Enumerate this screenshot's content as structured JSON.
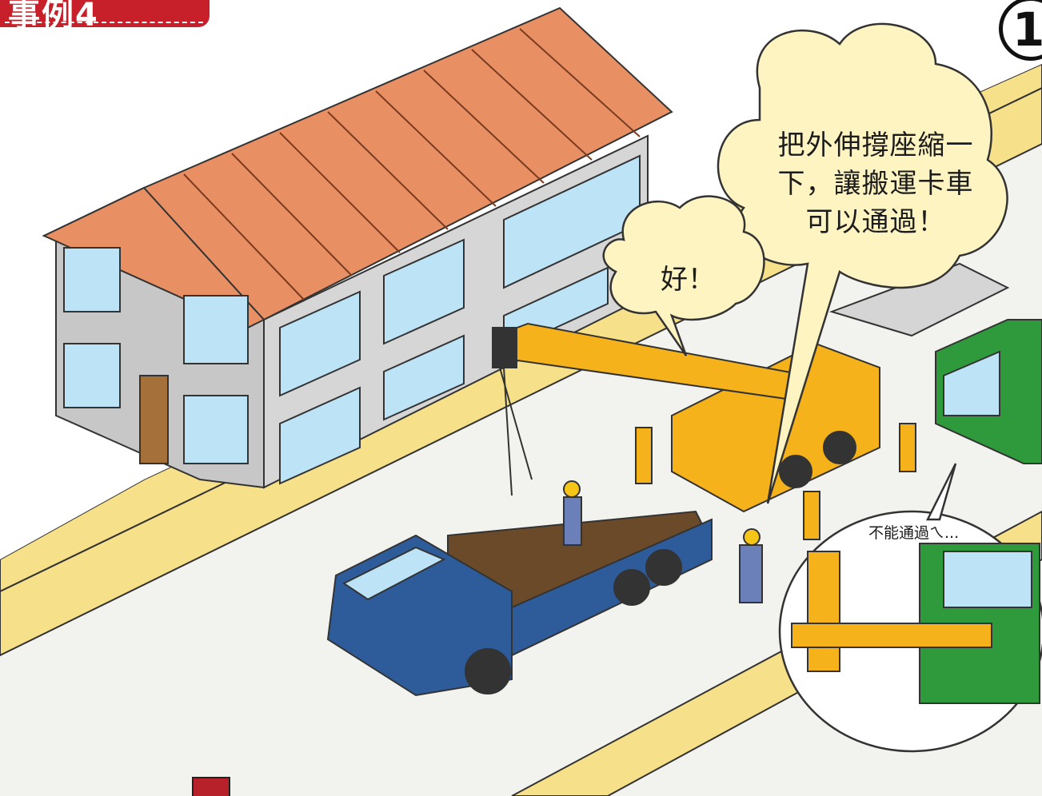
{
  "header": {
    "badge": "事例4",
    "panel_number": "1"
  },
  "bubbles": {
    "supervisor": "把外伸撐座縮一下，讓搬運卡車可以通過！",
    "reply": "好！",
    "truck": "不能通過ㄟ..."
  },
  "colors": {
    "road": "#f2f2ee",
    "sidewalk": "#f7e08a",
    "roof": "#e98f64",
    "wall": "#c7c7c7",
    "window": "#bde3f7",
    "crane": "#f5b21b",
    "flatbed_truck": "#2e5c9a",
    "green_truck": "#2f9a3b",
    "bubble": "#fdf4c2",
    "badge": "#c8202a"
  }
}
